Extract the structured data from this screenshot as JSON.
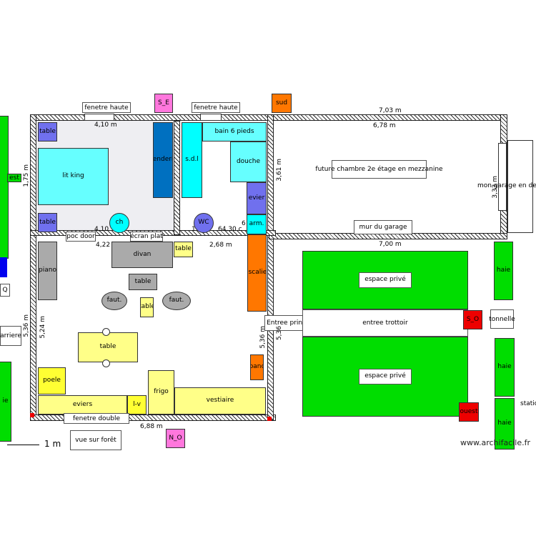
{
  "labels": {
    "fenetre_haute_1": "fenetre haute",
    "fenetre_haute_2": "fenetre haute",
    "s_e": "S_E",
    "sud": "sud",
    "table_tl": "table",
    "lit_king": "lit king",
    "penderie": "penderie",
    "sdl": "s.d.l",
    "bain": "bain 6 pieds",
    "douche": "douche",
    "evier": "evier",
    "arm": "arm.",
    "table_bl": "table",
    "ch": "ch",
    "wc": "WC",
    "poc_door": "poc door",
    "ecran_plat": "écran plat",
    "divan": "divan",
    "table_small": "table",
    "piano": "piano",
    "table_mid": "table",
    "faut1": "faut.",
    "faut2": "faut.",
    "table_tiny": "table",
    "table_dining": "table",
    "escalier": "escalier",
    "entree_princ": "Entree princ.",
    "banc": "banc",
    "poele": "poele",
    "frigo": "frigo",
    "vestiaire": "vestiaire",
    "eviers": "eviers",
    "lv": "l-v",
    "fenetre_double": "fenetre double",
    "n_o": "N_O",
    "vue_foret": "vue sur forêt",
    "future_chambre": "future chambre 2e étage en mezzanine",
    "mon_garage": "mon garage en de",
    "mur_garage": "mur du garage",
    "espace_prive_1": "espace privé",
    "espace_prive_2": "espace privé",
    "entree_trottoir": "entree trottoir",
    "s_o": "S_O",
    "ouest": "ouest",
    "haie_1": "haie",
    "haie_2": "haie",
    "haie_3": "haie",
    "tonnelle": "tonnelle",
    "station": "station",
    "est": "est",
    "q": "Q",
    "arriere": "arriere",
    "left_bottom": "ie",
    "scale": "1 m",
    "watermark": "www.archifacile.fr"
  },
  "dimensions": {
    "d_703": "7,03 m",
    "d_678": "6,78 m",
    "d_410_top": "4,10 m",
    "d_410_mid": "4,10",
    "d_422": "4,22",
    "d_268": "2,68 m",
    "d_700": "7,00 m",
    "d_688": "6,88 m",
    "d_361": "3,61 m",
    "d_333": "3,33 m",
    "d_536_left": "5,36 m",
    "d_524": "5,24 m",
    "d_536_right": "5,36 m",
    "d_536_right2": "5,36",
    "d_175": "1,75 m",
    "d_64": "64,30 c",
    "d_6": "6",
    "d_1": "1"
  },
  "colors": {
    "cyan": "#66ffff",
    "cyan_bright": "#00ffff",
    "blue_dark": "#0070c0",
    "purple": "#7070ee",
    "green": "#00dd00",
    "yellow": "#ffff88",
    "yellow_bright": "#ffff33",
    "gray": "#aaaaaa",
    "orange": "#ff7700",
    "pink": "#ff77dd",
    "red": "#ee0000",
    "room_gray": "#eeeef2"
  }
}
